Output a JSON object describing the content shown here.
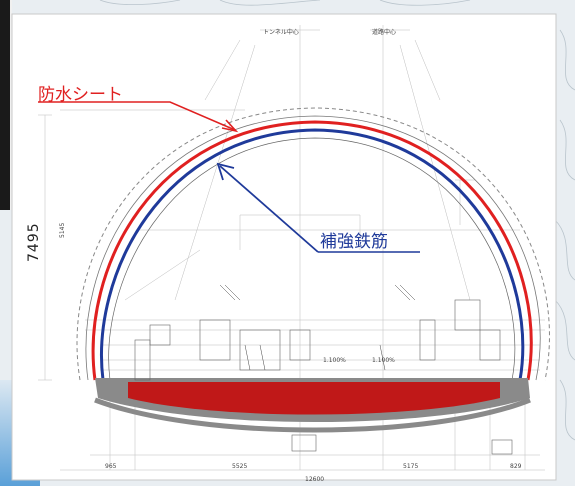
{
  "header": {
    "tunnel_center": "トンネル中心",
    "road_center": "道路中心"
  },
  "callouts": {
    "waterproof_sheet": "防水シート",
    "reinforcing_bars": "補強鉄筋"
  },
  "dimensions": {
    "height": "7495",
    "side_height": "5145",
    "bottom_left": "965",
    "bottom_mid_left": "5525",
    "bottom_mid_right": "5175",
    "bottom_right": "829",
    "total_width": "12600"
  },
  "labels": {
    "slope_left": "1.100%",
    "slope_right": "1.100%"
  },
  "colors": {
    "waterproof_sheet": "#e02020",
    "reinforcing_bars": "#1f3a9a",
    "invert": "#c01818",
    "invert_border": "#8a8a8a"
  }
}
